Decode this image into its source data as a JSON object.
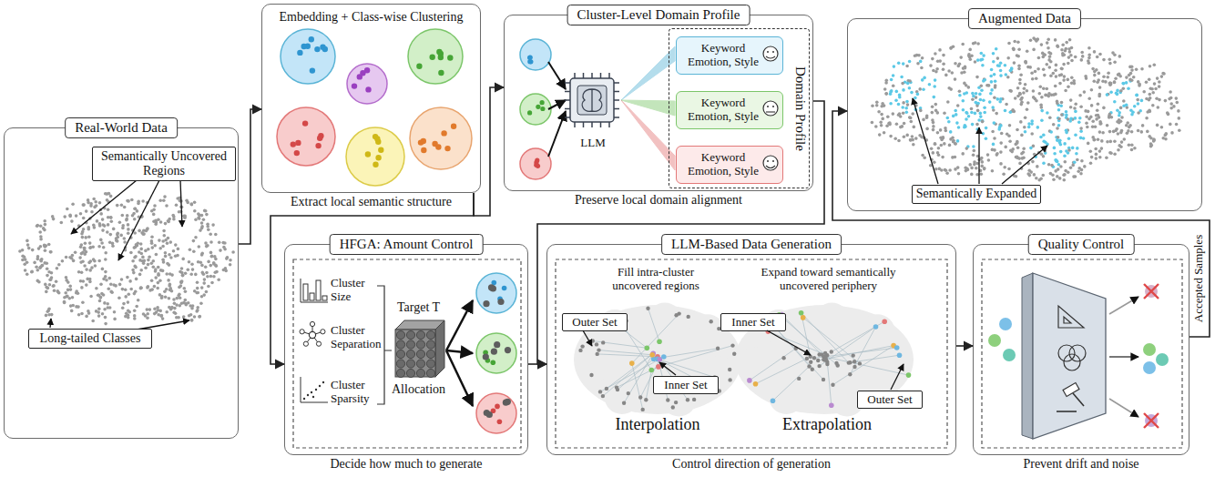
{
  "diagram": {
    "nodes": [
      {
        "text": [
          "Real-World Data"
        ]
      },
      {
        "text": [
          "Semantically Uncovered Regions"
        ],
        "in": 0
      },
      {
        "text": [
          "Long-tailed Classes"
        ],
        "in": 0
      },
      {
        "text": [
          "Embedding + Class-wise Clustering",
          "Extract local semantic structure"
        ]
      },
      {
        "text": [
          "Cluster-Level Domain Profile",
          "Preserve local domain alignment"
        ]
      },
      {
        "text": [
          "LLM"
        ],
        "in": 4
      },
      {
        "text": [
          "Domain Profile"
        ],
        "in": 4
      },
      {
        "text": [
          "Keyword Emotion, Style"
        ],
        "in": 6
      },
      {
        "text": [
          "Keyword Emotion, Style"
        ],
        "in": 6
      },
      {
        "text": [
          "Keyword Emotion, Style"
        ],
        "in": 6
      },
      {
        "text": [
          "Augmented Data"
        ]
      },
      {
        "text": [
          "Semantically Expanded"
        ],
        "in": 10
      },
      {
        "text": [
          "HFGA: Amount Control",
          "Decide how much to generate"
        ]
      },
      {
        "text": [
          "LLM-Based Data Generation",
          "Control direction of generation"
        ]
      },
      {
        "text": [
          "Outer Set"
        ],
        "in": 13
      },
      {
        "text": [
          "Inner Set"
        ],
        "in": 13
      },
      {
        "text": [
          "Inner Set"
        ],
        "in": 13
      },
      {
        "text": [
          "Outer Set"
        ],
        "in": 13
      },
      {
        "text": [
          "Quality Control",
          "Prevent drift and noise"
        ]
      }
    ],
    "edges": [
      {
        "from": 0,
        "to": 3,
        "arrow": "to"
      },
      {
        "from": 3,
        "to": 4,
        "arrow": "to"
      },
      {
        "from": 3,
        "to": 12,
        "arrow": "to"
      },
      {
        "from": 4,
        "to": 13,
        "arrow": "to"
      },
      {
        "from": 12,
        "to": 13,
        "arrow": "to"
      },
      {
        "from": 13,
        "to": 18,
        "arrow": "to"
      },
      {
        "from": 18,
        "to": 10,
        "label": "Accepted Samples",
        "arrow": "to"
      }
    ],
    "labels": [
      "Cluster Size",
      "Cluster Separation",
      "Cluster Sparsity",
      "Target T",
      "Allocation",
      "Fill intra-cluster uncovered regions",
      "Expand toward semantically uncovered periphery",
      "Interpolation",
      "Extrapolation"
    ]
  }
}
